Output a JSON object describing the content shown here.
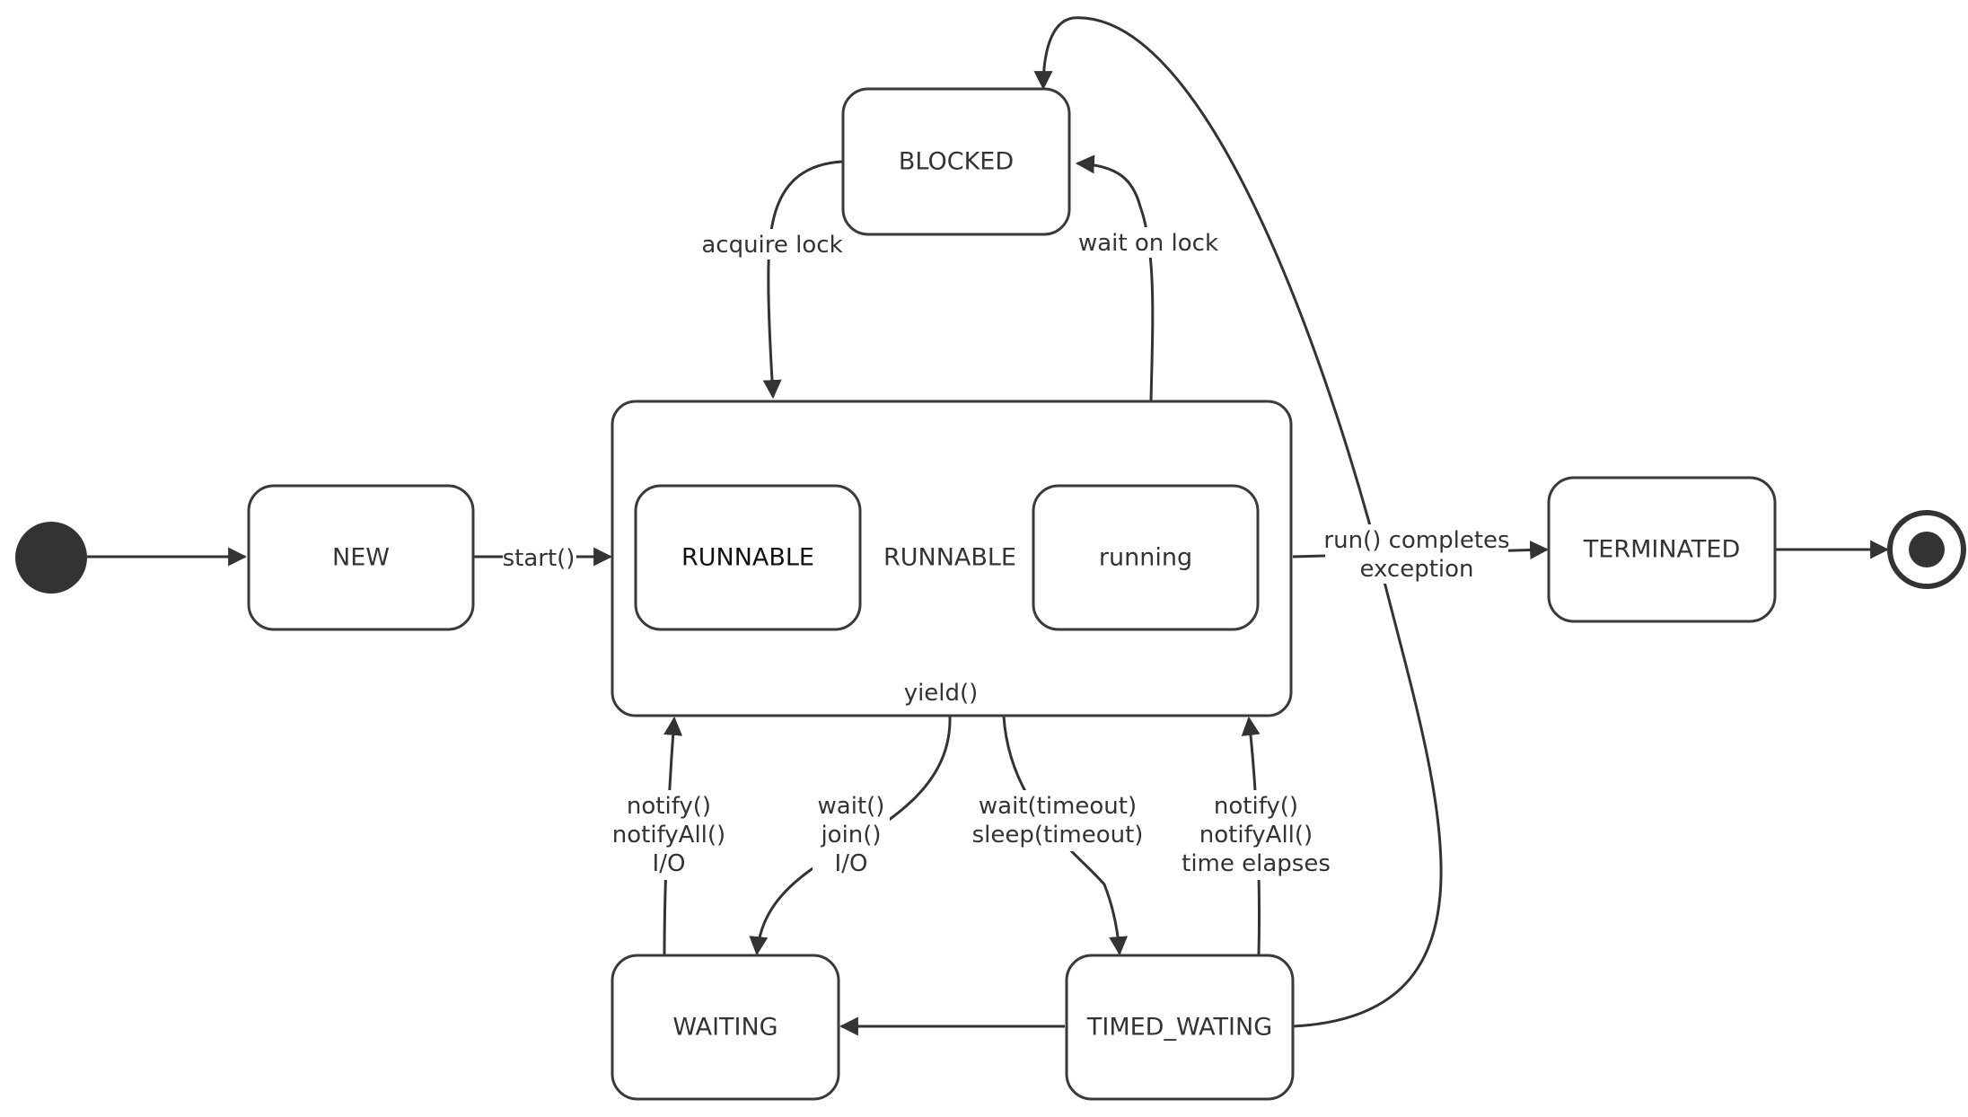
{
  "diagram": {
    "colors": {
      "stroke": "#333333",
      "fill": "#ffffff",
      "marker": "#333333"
    },
    "states": {
      "new": "NEW",
      "blocked": "BLOCKED",
      "runnable_composite": "RUNNABLE",
      "runnable_inner": "RUNNABLE",
      "running": "running",
      "waiting": "WAITING",
      "timed_waiting": "TIMED_WATING",
      "terminated": "TERMINATED"
    },
    "transitions": {
      "start": "start()",
      "acquire_lock": "acquire lock",
      "wait_on_lock": "wait on lock",
      "yield": "yield()",
      "run_completes_1": "run() completes",
      "run_completes_2": "exception",
      "wait_notify_1": "notify()",
      "wait_notify_2": "notifyAll()",
      "wait_notify_3": "I/O",
      "to_wait_1": "wait()",
      "to_wait_2": "join()",
      "to_wait_3": "I/O",
      "to_timed_1": "wait(timeout)",
      "to_timed_2": "sleep(timeout)",
      "timed_notify_1": "notify()",
      "timed_notify_2": "notifyAll()",
      "timed_notify_3": "time elapses"
    }
  }
}
